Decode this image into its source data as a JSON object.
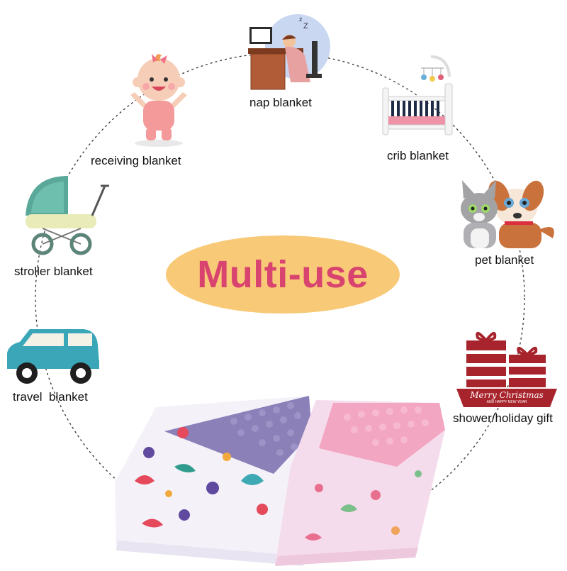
{
  "center": {
    "title": "Multi-use"
  },
  "uses": [
    {
      "label": "nap blanket",
      "icon": "sleeping-at-desk-icon"
    },
    {
      "label": "crib blanket",
      "icon": "crib-icon"
    },
    {
      "label": "pet blanket",
      "icon": "cat-and-dog-icon"
    },
    {
      "label": "shower/holiday gift",
      "icon": "gift-boxes-icon"
    },
    {
      "label": "travel  blanket",
      "icon": "car-icon"
    },
    {
      "label": "stroller blanket",
      "icon": "baby-stroller-icon"
    },
    {
      "label": "receiving blanket",
      "icon": "baby-icon"
    }
  ],
  "gift_banner_text": "Merry Christmas",
  "gift_banner_subtext": "AND HAPPY NEW YEAR",
  "colors": {
    "oval": "#f8c976",
    "title": "#d8436f",
    "purple_minky": "#8b80b8",
    "pink_minky": "#f3a6c2",
    "gift_red": "#a8242c",
    "car_teal": "#3aa6b8",
    "stroller_green": "#5aa89a"
  }
}
